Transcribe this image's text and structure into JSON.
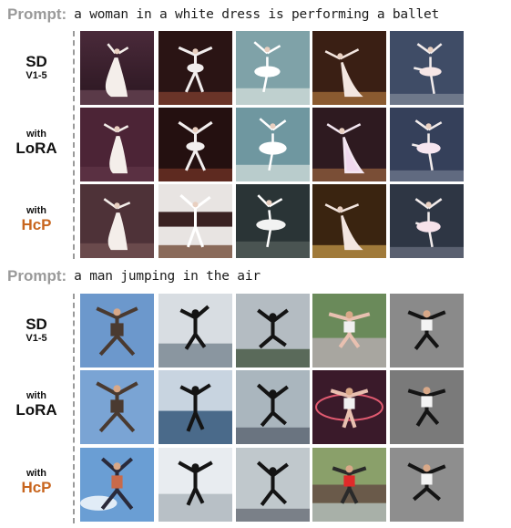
{
  "sections": [
    {
      "prompt_label": "Prompt:",
      "prompt_text": "a woman in a white dress is performing a ballet",
      "rows": [
        {
          "label_top": "SD",
          "label_bottom": "V1-5"
        },
        {
          "label_top": "with",
          "label_bottom": "LoRA"
        },
        {
          "label_top": "with",
          "label_bottom": "HcP"
        }
      ]
    },
    {
      "prompt_label": "Prompt:",
      "prompt_text": "a man jumping in the air",
      "rows": [
        {
          "label_top": "SD",
          "label_bottom": "V1-5"
        },
        {
          "label_top": "with",
          "label_bottom": "LoRA"
        },
        {
          "label_top": "with",
          "label_bottom": "HcP"
        }
      ]
    }
  ],
  "colors": {
    "accent": "#c8661f",
    "prompt_label": "#9a9a9a",
    "dashed_line": "#9a9a9a"
  },
  "icons": [
    "ballerina-photo",
    "jumping-man-photo"
  ]
}
